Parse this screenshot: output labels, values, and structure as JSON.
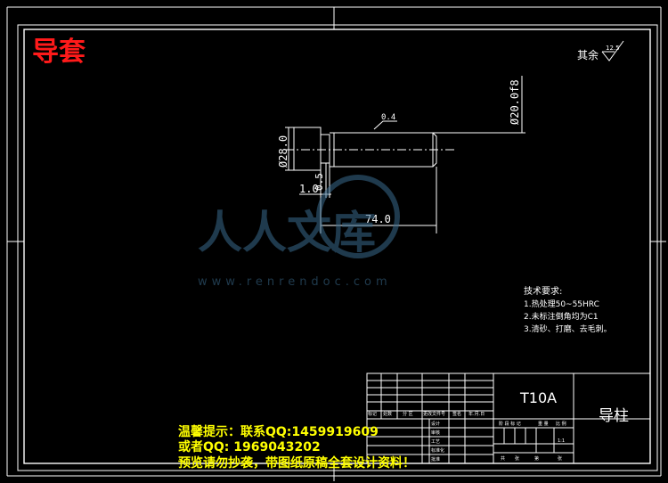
{
  "title_red": "导套",
  "surface_finish": {
    "label": "其余",
    "value": "12.5"
  },
  "dimensions": {
    "dia_small": "Ø20.0f8",
    "dia_large": "Ø28.0",
    "roughness_top": "0.4",
    "chamfer_width": "1.0",
    "shoulder": "0.5",
    "length": "74.0"
  },
  "watermark": {
    "brand": "人人文库",
    "url": "www.renrendoc.com"
  },
  "tech_requirements": {
    "heading": "技术要求:",
    "items": [
      "1.热处理50~55HRC",
      "2.未标注倒角均为C1",
      "3.清砂、打磨、去毛刺。"
    ]
  },
  "title_block": {
    "material": "T10A",
    "part_name": "导柱",
    "scale": "1:1",
    "header_cells": [
      "标记",
      "处数",
      "分 区",
      "更改文件号",
      "签名",
      "年.月.日"
    ],
    "role_cells": [
      "设计",
      "审核",
      "工艺",
      "标准化",
      "批准"
    ],
    "stage_cells": [
      "阶 段 标 记",
      "重 量",
      "比 例"
    ],
    "sheet_cells": [
      "共",
      "张",
      "第",
      "张"
    ]
  },
  "notice": {
    "line1": "温馨提示：联系QQ:1459919609",
    "line2": "或者QQ: 1969043202",
    "line3": "预览请勿抄袭，带图纸原稿全套设计资料！"
  }
}
